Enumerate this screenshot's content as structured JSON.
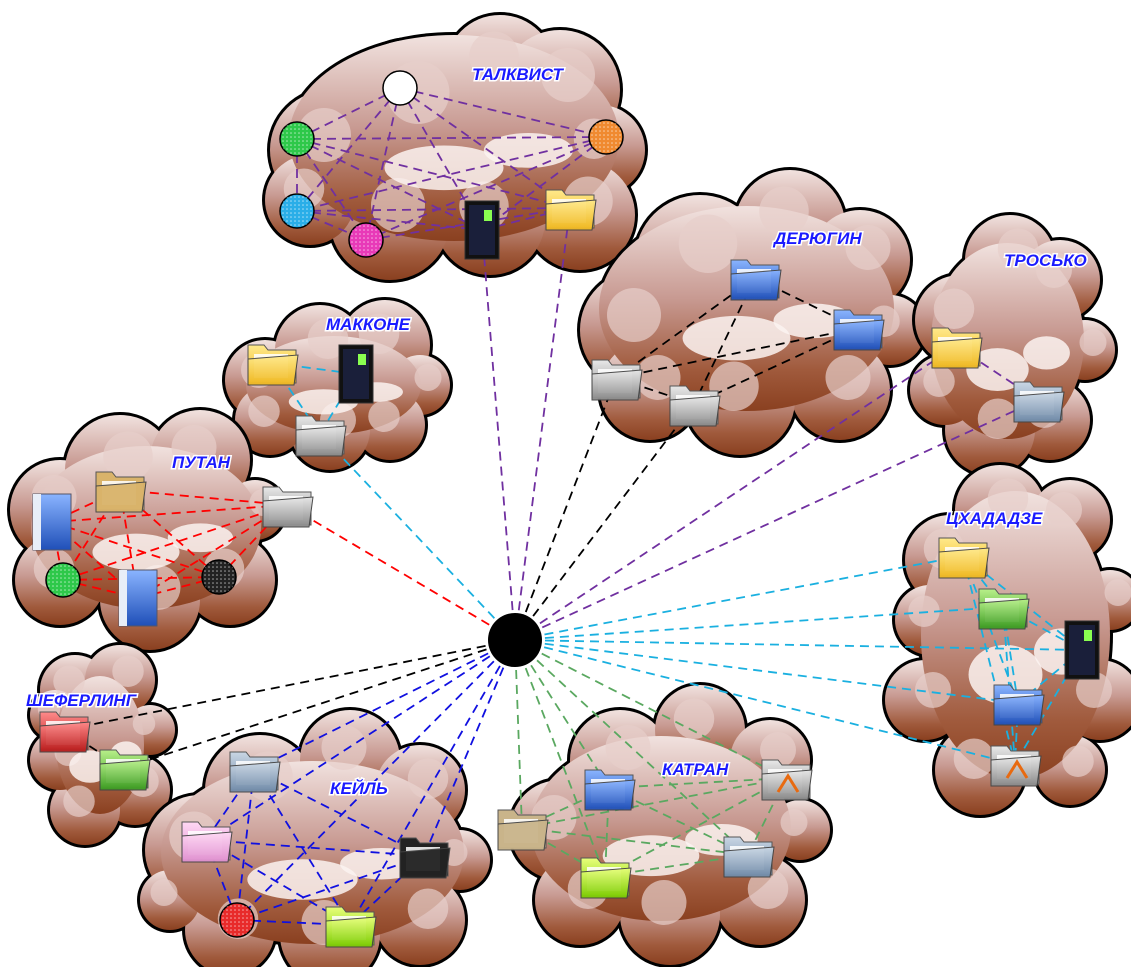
{
  "hub": {
    "name": "central-hub"
  },
  "clouds": [
    {
      "id": "talkvist",
      "name": "ТАЛКВИСТ",
      "edge_color": "#7030a0"
    },
    {
      "id": "makkone",
      "name": "МАККОНЕ",
      "edge_color": "#1ab0e0"
    },
    {
      "id": "derugin",
      "name": "ДЕРЮГИН",
      "edge_color": "#000000"
    },
    {
      "id": "trosko",
      "name": "ТРОСЬКО",
      "edge_color": "#7030a0"
    },
    {
      "id": "putan",
      "name": "ПУТАН",
      "edge_color": "#ff0000"
    },
    {
      "id": "tshadadze",
      "name": "ЦХАДАДЗЕ",
      "edge_color": "#1ab0e0"
    },
    {
      "id": "sheferling",
      "name": "ШЕФЕРЛИНГ",
      "edge_color": "#000000"
    },
    {
      "id": "keil",
      "name": "КЕЙЛЬ",
      "edge_color": "#1010e0"
    },
    {
      "id": "katran",
      "name": "КАТРАН",
      "edge_color": "#5aa860"
    }
  ],
  "node_icons": {
    "talkvist": [
      "white-circle-icon",
      "green-circle-icon",
      "orange-circle-icon",
      "cyan-circle-icon",
      "magenta-circle-icon",
      "server-icon",
      "yellow-folder-icon"
    ],
    "makkone": [
      "tan-folder-icon",
      "server-icon",
      "gray-folder-icon"
    ],
    "derugin": [
      "blue-folder-icon",
      "blue-folder-icon",
      "gray-folder-icon",
      "gray-folder-icon"
    ],
    "trosko": [
      "yellow-folder-icon",
      "steel-folder-icon"
    ],
    "putan": [
      "document-folder-icon",
      "blue-book-icon",
      "gray-folder-icon",
      "green-circle-icon",
      "blue-book-icon",
      "black-circle-icon"
    ],
    "tshadadze": [
      "tan-folder-icon",
      "green-folder-icon",
      "server-icon",
      "blue-folder-icon",
      "app-folder-icon"
    ],
    "sheferling": [
      "red-folder-icon",
      "green-folder-icon"
    ],
    "keil": [
      "steel-folder-icon",
      "pink-folder-icon",
      "black-folder-icon",
      "red-circle-icon",
      "lime-folder-icon"
    ],
    "katran": [
      "blue-folder-icon",
      "app-folder-icon",
      "books-folder-icon",
      "steel-folder-icon",
      "yellow-green-folder-icon"
    ]
  }
}
